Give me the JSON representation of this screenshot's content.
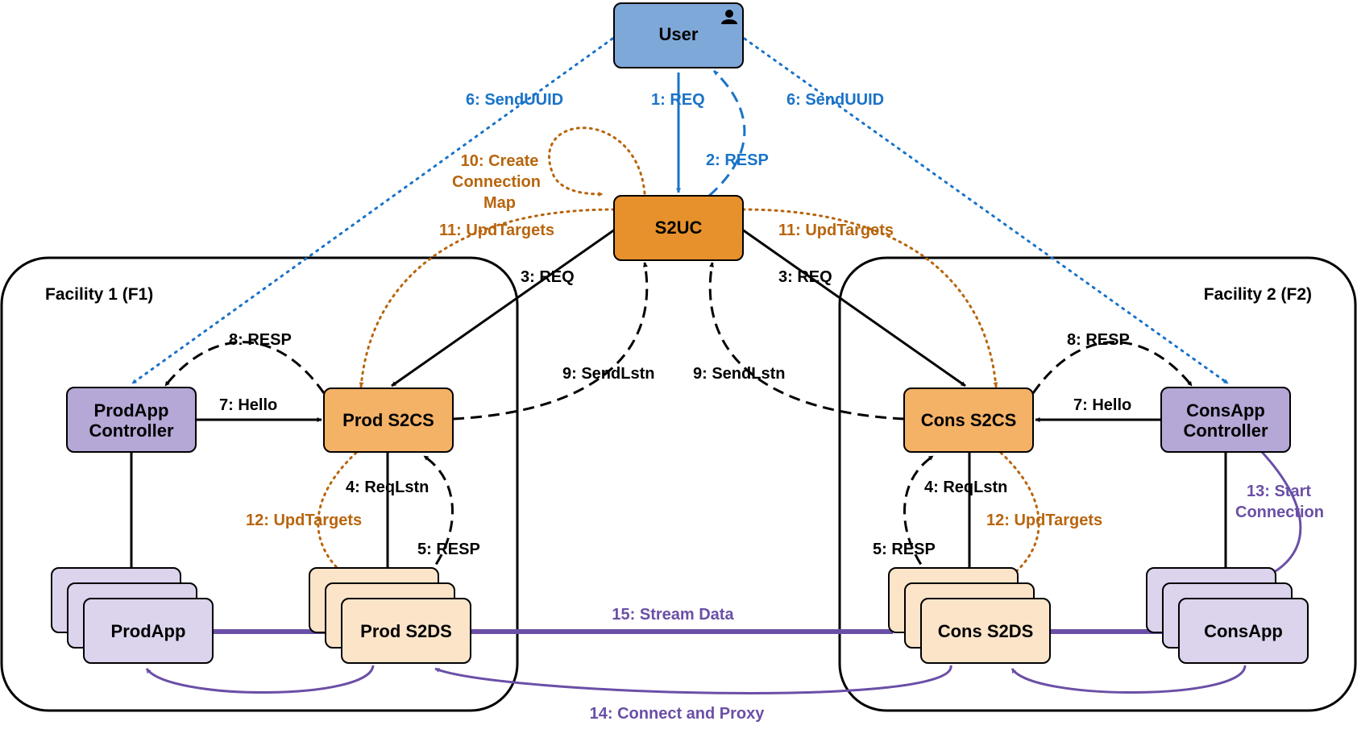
{
  "colors": {
    "user_fill": "#7ea8d8",
    "s2uc_fill": "#e6912c",
    "s2cs_fill": "#f4b266",
    "s2ds_fill": "#fbe4c8",
    "controller_fill": "#b5a7d6",
    "app_fill": "#dcd3ec",
    "black_edge": "#000000",
    "blue_edge": "#1a73c8",
    "orange_edge": "#b8650e",
    "purple_edge": "#6a4fa6"
  },
  "facilities": {
    "f1": "Facility 1 (F1)",
    "f2": "Facility 2 (F2)"
  },
  "nodes": {
    "user": "User",
    "s2uc": "S2UC",
    "prod_s2cs": "Prod S2CS",
    "cons_s2cs": "Cons S2CS",
    "prodapp_controller": [
      "ProdApp",
      "Controller"
    ],
    "consapp_controller": [
      "ConsApp",
      "Controller"
    ],
    "prodapp": "ProdApp",
    "consapp": "ConsApp",
    "prod_s2ds": "Prod S2DS",
    "cons_s2ds": "Cons S2DS"
  },
  "icons": {
    "user": "person-icon"
  },
  "edges": {
    "req1": "1: REQ",
    "resp2": "2: RESP",
    "req3_left": "3: REQ",
    "req3_right": "3: REQ",
    "reqlstn4_left": "4: ReqLstn",
    "reqlstn4_right": "4: ReqLstn",
    "resp5_left": "5: RESP",
    "resp5_right": "5: RESP",
    "senduuid6_left": "6: SendUUID",
    "senduuid6_right": "6: SendUUID",
    "hello7_left": "7: Hello",
    "hello7_right": "7: Hello",
    "resp8_left": "8: RESP",
    "resp8_right": "8: RESP",
    "sendlstn9_left": "9: SendLstn",
    "sendlstn9_right": "9: SendLstn",
    "create_map10": [
      "10: Create",
      "Connection",
      "Map"
    ],
    "updtargets11_left": "11: UpdTargets",
    "updtargets11_right": "11: UpdTargets",
    "updtargets12_left": "12: UpdTargets",
    "updtargets12_right": "12: UpdTargets",
    "start_conn13": [
      "13: Start",
      "Connection"
    ],
    "connect_proxy14": "14: Connect and Proxy",
    "stream15": "15: Stream Data"
  }
}
